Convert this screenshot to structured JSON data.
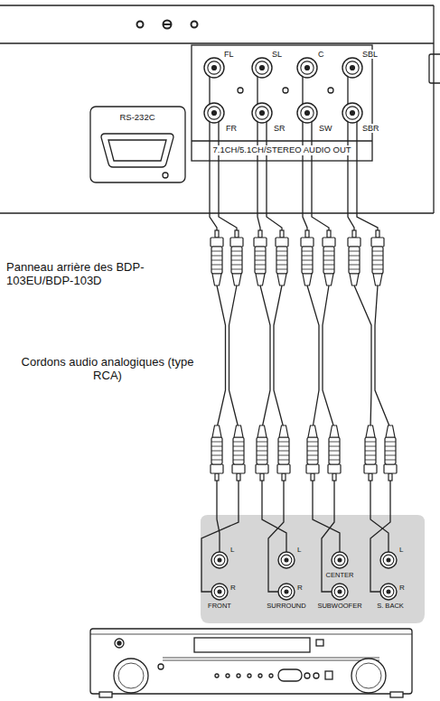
{
  "diagram": {
    "labels": [
      "FL",
      "SL",
      "C",
      "SBL",
      "FR",
      "SR",
      "SW",
      "SBR",
      "7.1CH/5.1CH/STEREO AUDIO OUT",
      "RS-232C",
      "Panneau arrière des BDP-103EU/BDP-103D",
      "Cordons audio analogiques (type RCA)",
      "L",
      "L",
      "CENTER",
      "L",
      "R",
      "R",
      "R",
      "FRONT",
      "SURROUND",
      "SUBWOOFER",
      "S. BACK"
    ]
  }
}
